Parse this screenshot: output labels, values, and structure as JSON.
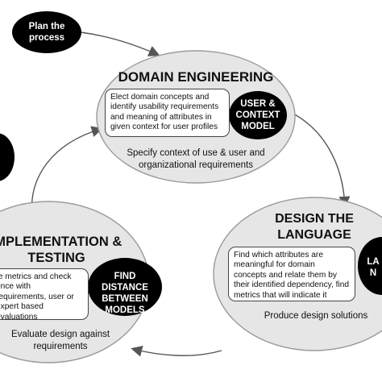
{
  "start": {
    "label": "Plan the process"
  },
  "domain_engineering": {
    "title": "DOMAIN ENGINEERING",
    "box_text": "Elect domain concepts and identify usability requirements and meaning of attributes in given context for user profiles",
    "badge": "USER & CONTEXT MODEL",
    "output": "Specify context of use & user and organizational requirements"
  },
  "design_language": {
    "title": "DESIGN THE LANGUAGE",
    "box_text": "Find which attributes are meaningful for domain concepts and relate them by their identified dependency, find metrics that will indicate it",
    "badge": "LA N",
    "output": "Produce design solutions"
  },
  "implementation_testing": {
    "title": "IMPLEMENTATION & TESTING",
    "box_text": "te metrics and check ence with requirements, user or expert based evaluations",
    "badge": "FIND DISTANCE BETWEEN MODELS",
    "output": "Evaluate design against requirements"
  },
  "colors": {
    "oval_fill": "#e6e6e6",
    "oval_stroke": "#9a9a9a",
    "badge_fill": "#000000",
    "arrow": "#555555"
  }
}
